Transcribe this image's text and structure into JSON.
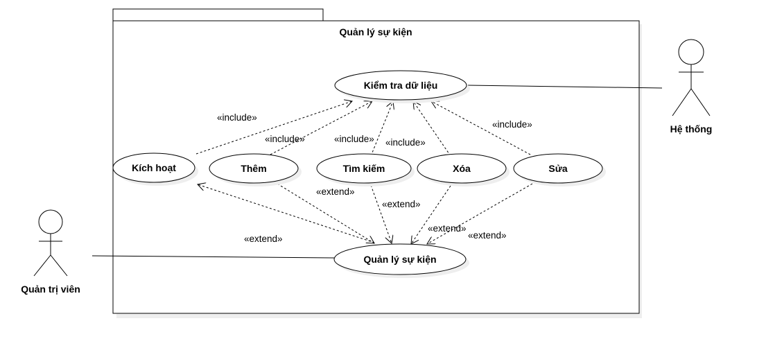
{
  "package": {
    "title": "Quản lý sự kiện"
  },
  "use_cases": {
    "kiem_tra": "Kiểm tra dữ liệu",
    "kich_hoat": "Kích hoạt",
    "them": "Thêm",
    "tim_kiem": "Tìm kiếm",
    "xoa": "Xóa",
    "sua": "Sửa",
    "quan_ly": "Quản lý sự kiện"
  },
  "actors": {
    "he_thong": "Hệ thống",
    "quan_tri_vien": "Quản trị viên"
  },
  "relations": {
    "include_label": "«include»",
    "extend_label": "«extend»"
  }
}
